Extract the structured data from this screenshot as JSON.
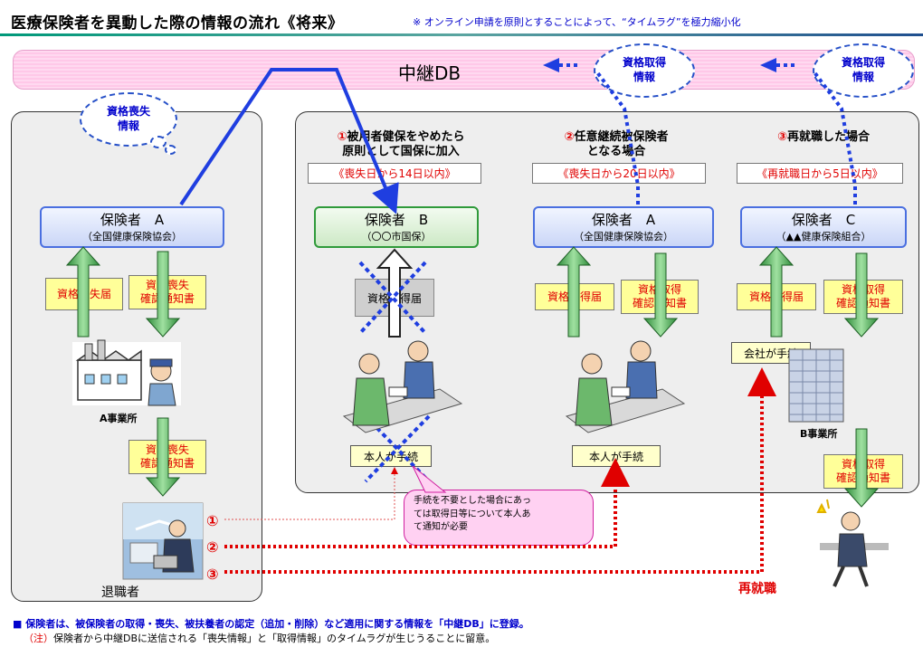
{
  "title": "医療保険者を異動した際の情報の流れ《将来》",
  "subtitle": "※ オンライン申請を原則とすることによって、“タイムラグ”を極力縮小化",
  "db": {
    "label": "中継DB"
  },
  "clouds": {
    "loss": "資格喪失\n情報",
    "acquire_a": "資格取得\n情報",
    "acquire_c": "資格取得\n情報"
  },
  "left_panel": {
    "insurer": {
      "name": "保険者　A",
      "org": "（全国健康保険協会）"
    },
    "note_loss": "資格喪失届",
    "note_confirm": "資格喪失\n確認通知書",
    "office_label": "A事業所",
    "note_confirm2": "資格喪失\n確認通知書",
    "retiree_label": "退職者"
  },
  "cases": [
    {
      "heading_num": "①",
      "heading": "被用者健保をやめたら\n原則として国保に加入",
      "deadline": "《喪失日から14日以内》",
      "insurer": {
        "name": "保険者　B",
        "org": "（〇〇市国保）"
      },
      "form": "資格取得届",
      "procedure": "本人が手続"
    },
    {
      "heading_num": "②",
      "heading": "任意継続被保険者\nとなる場合",
      "deadline": "《喪失日から20日以内》",
      "insurer": {
        "name": "保険者　A",
        "org": "（全国健康保険協会）"
      },
      "form": "資格取得届",
      "confirm": "資格取得\n確認通知書",
      "procedure": "本人が手続"
    },
    {
      "heading_num": "③",
      "heading": "再就職した場合",
      "deadline": "《再就職日から5日以内》",
      "insurer": {
        "name": "保険者　C",
        "org": "（▲▲健康保険組合）"
      },
      "form": "資格取得届",
      "confirm": "資格取得\n確認通知書",
      "procedure": "会社が手続",
      "office_label": "B事業所",
      "confirm2": "資格取得\n確認通知書"
    }
  ],
  "callout": "手続を不要とした場合にあっ\nては取得日等について本人あ\nて通知が必要",
  "markers": [
    "①",
    "②",
    "③"
  ],
  "rehire": "再就職",
  "footer": {
    "main": "■ 保険者は、被保険者の取得・喪失、被扶養者の認定（追加・削除）など適用に関する情報を「中継DB」に登録。",
    "note_prefix": "（注）",
    "note": "保険者から中継DBに送信される「喪失情報」と「取得情報」のタイムラグが生じうることに留意。"
  }
}
